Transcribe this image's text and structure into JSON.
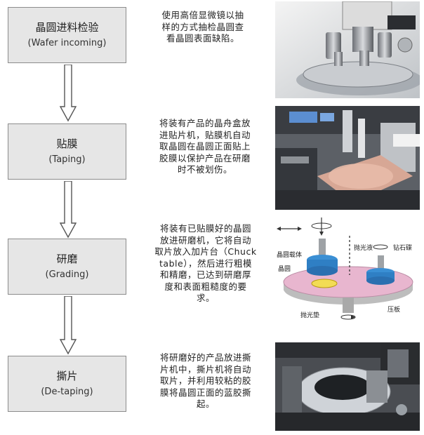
{
  "steps": [
    {
      "title": "晶圆进料检验",
      "subtitle": "(Wafer incoming)",
      "desc": [
        "使用高倍显微镜以抽",
        "样的方式抽检晶圆查",
        "看晶圆表面缺陷。"
      ]
    },
    {
      "title": "贴膜",
      "subtitle": "(Taping)",
      "desc": [
        "将装有产品的晶舟盒放",
        "进贴片机，贴膜机自动",
        "取晶圆在晶圆正面贴上",
        "胶膜以保护产品在研磨",
        "时不被划伤。"
      ]
    },
    {
      "title": "研磨",
      "subtitle": "(Grading)",
      "desc": [
        "将装有已贴膜好的晶圆",
        "放进研磨机，它将自动",
        "取片放入加片台（Chuck",
        "table），然后进行粗模",
        "和精磨，已达到研磨厚",
        "度和表面粗糙度的要",
        "求。"
      ]
    },
    {
      "title": "撕片",
      "subtitle": "(De-taping)",
      "desc": [
        "将研磨好的产品放进撕",
        "片机中，撕片机将自动",
        "取片，并利用较粘的胶",
        "膜将晶圆正面的蓝胶撕",
        "起。"
      ]
    }
  ],
  "grinding_diagram": {
    "labels": {
      "chuck": "晶圆载体",
      "wafer": "晶圆",
      "polish_fluid": "抛光液",
      "wheel": "钻石碟",
      "pad": "抛光垫",
      "platen": "压板"
    }
  },
  "colors": {
    "box_fill": "#e6e6e6",
    "box_border": "#8c8c8c",
    "arrow": "#555555"
  }
}
